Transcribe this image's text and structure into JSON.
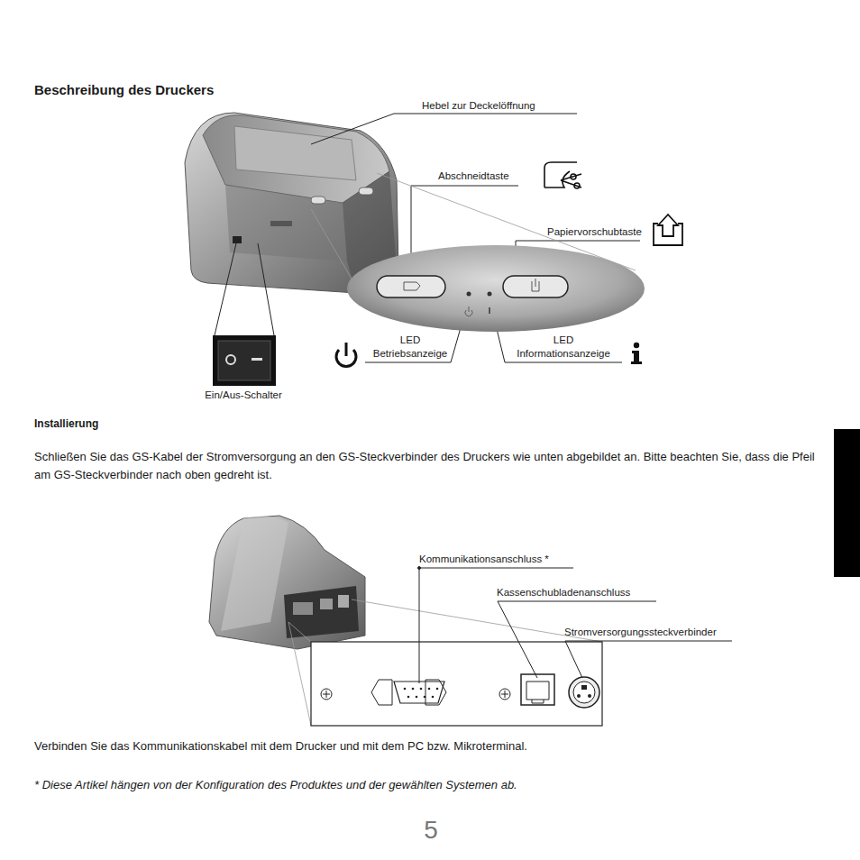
{
  "diagram": {
    "title": "Beschreibung des Druckers",
    "labels": [
      "Hebel zur Deckelöffnung",
      "Abschneidtaste",
      "Papiervorschubtaste",
      "LED Betriebsanzeige",
      "LED Informationsanzeige",
      "Ein/Aus-Schalter",
      "Installierung",
      "Schließen Sie das GS-Kabel der Stromversorgung an den GS-Steckverbinder des Druckers wie unten abgebildet an. Bitte beachten Sie, dass die Pfeil am GS-Steckverbinder nach oben gedreht ist.",
      "Kommunikationsanschluss *",
      "Kassenschubladenanschluss",
      "Stromversorgungssteckverbinder",
      "Verbinden Sie das Kommunikationskabel mit dem Drucker und mit dem PC bzw. Mikroterminal.",
      "* Diese Artikel hängen von der Konfiguration des Produktes und der gewählten Systemen ab.",
      "5"
    ]
  }
}
